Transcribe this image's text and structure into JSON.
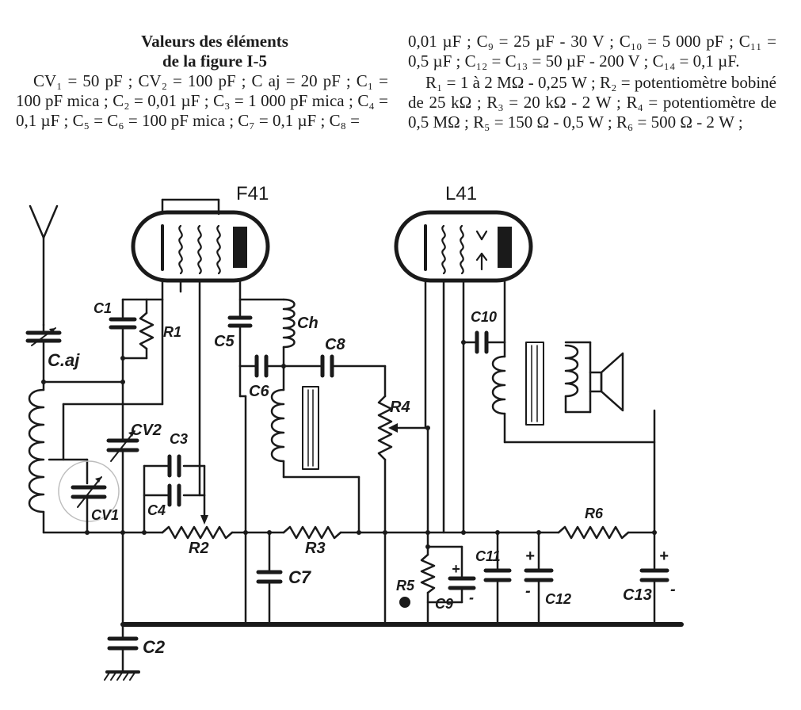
{
  "caption": {
    "heading_line1": "Valeurs des éléments",
    "heading_line2": "de la figure I-5",
    "para_caps": "CV₁ = 50 pF ; CV₂ = 100 pF ; C aj = 20 pF ; C₁ = 100 pF mica ; C₂ = 0,01 µF ; C₃ = 1 000 pF mica ; C₄ = 0,1 µF ; C₅ = C₆ = 100 pF mica ; C₇ = 0,1 µF ; C₈ =",
    "para_caps_cont": "0,01 µF ; C₉ = 25 µF - 30 V ; C₁₀ = 5 000 pF ; C₁₁ = 0,5 µF ; C₁₂ = C₁₃ = 50 µF - 200 V ; C₁₄ = 0,1 µF.",
    "para_res": "R₁ = 1 à 2 MΩ - 0,25 W ; R₂ = potentiomètre bobiné de 25 kΩ ; R₃ = 20 kΩ - 2 W ; R₄ = potentiomètre de 0,5 MΩ ; R₅ = 150 Ω - 0,5 W ; R₆ = 500 Ω - 2 W ;"
  },
  "schematic": {
    "tube_left": "F41",
    "tube_right": "L41",
    "labels": {
      "c1": "C1",
      "r1": "R1",
      "caj": "C.aj",
      "cv2": "CV2",
      "c3": "C3",
      "c4": "C4",
      "cv1": "CV1",
      "r2": "R2",
      "c2": "C2",
      "c5": "C5",
      "ch": "Ch",
      "c8": "C8",
      "c6": "C6",
      "r4": "R4",
      "r3": "R3",
      "c7": "C7",
      "c10": "C10",
      "r5": "R5",
      "c9": "C9",
      "c11": "C11",
      "c12": "C12",
      "r6": "R6",
      "c13": "C13",
      "plus": "+",
      "minus": "-"
    }
  },
  "colors": {
    "ink": "#1a1a1a",
    "paper": "#ffffff"
  }
}
